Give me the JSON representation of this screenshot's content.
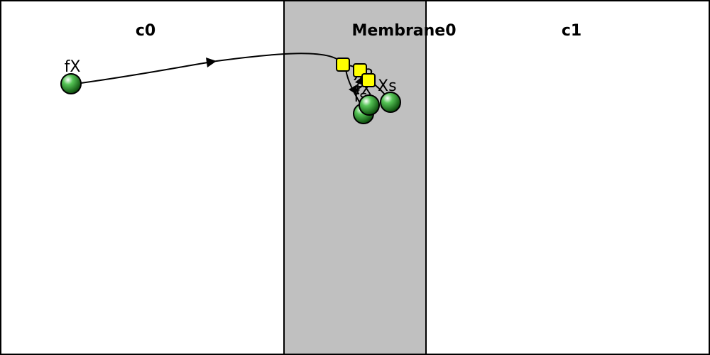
{
  "compartments": [
    {
      "id": "c0",
      "label": "c0",
      "fill": "#ffffff"
    },
    {
      "id": "membrane0",
      "label": "Membrane0",
      "fill": "#c0c0c0"
    },
    {
      "id": "c1",
      "label": "c1",
      "fill": "#ffffff"
    }
  ],
  "species": [
    {
      "id": "fX-left",
      "label": "fX"
    },
    {
      "id": "X2",
      "label": "X2"
    },
    {
      "id": "fX-membrane",
      "label": "fX"
    },
    {
      "id": "Xs",
      "label": "Xs"
    },
    {
      "id": "fs",
      "label": "fs"
    }
  ],
  "reaction_nodes": [
    {
      "id": "r1"
    },
    {
      "id": "r2"
    },
    {
      "id": "r3"
    }
  ],
  "colors": {
    "species_fill": "#1f8a1f",
    "reaction_fill": "#ffff00",
    "stroke": "#000000"
  }
}
